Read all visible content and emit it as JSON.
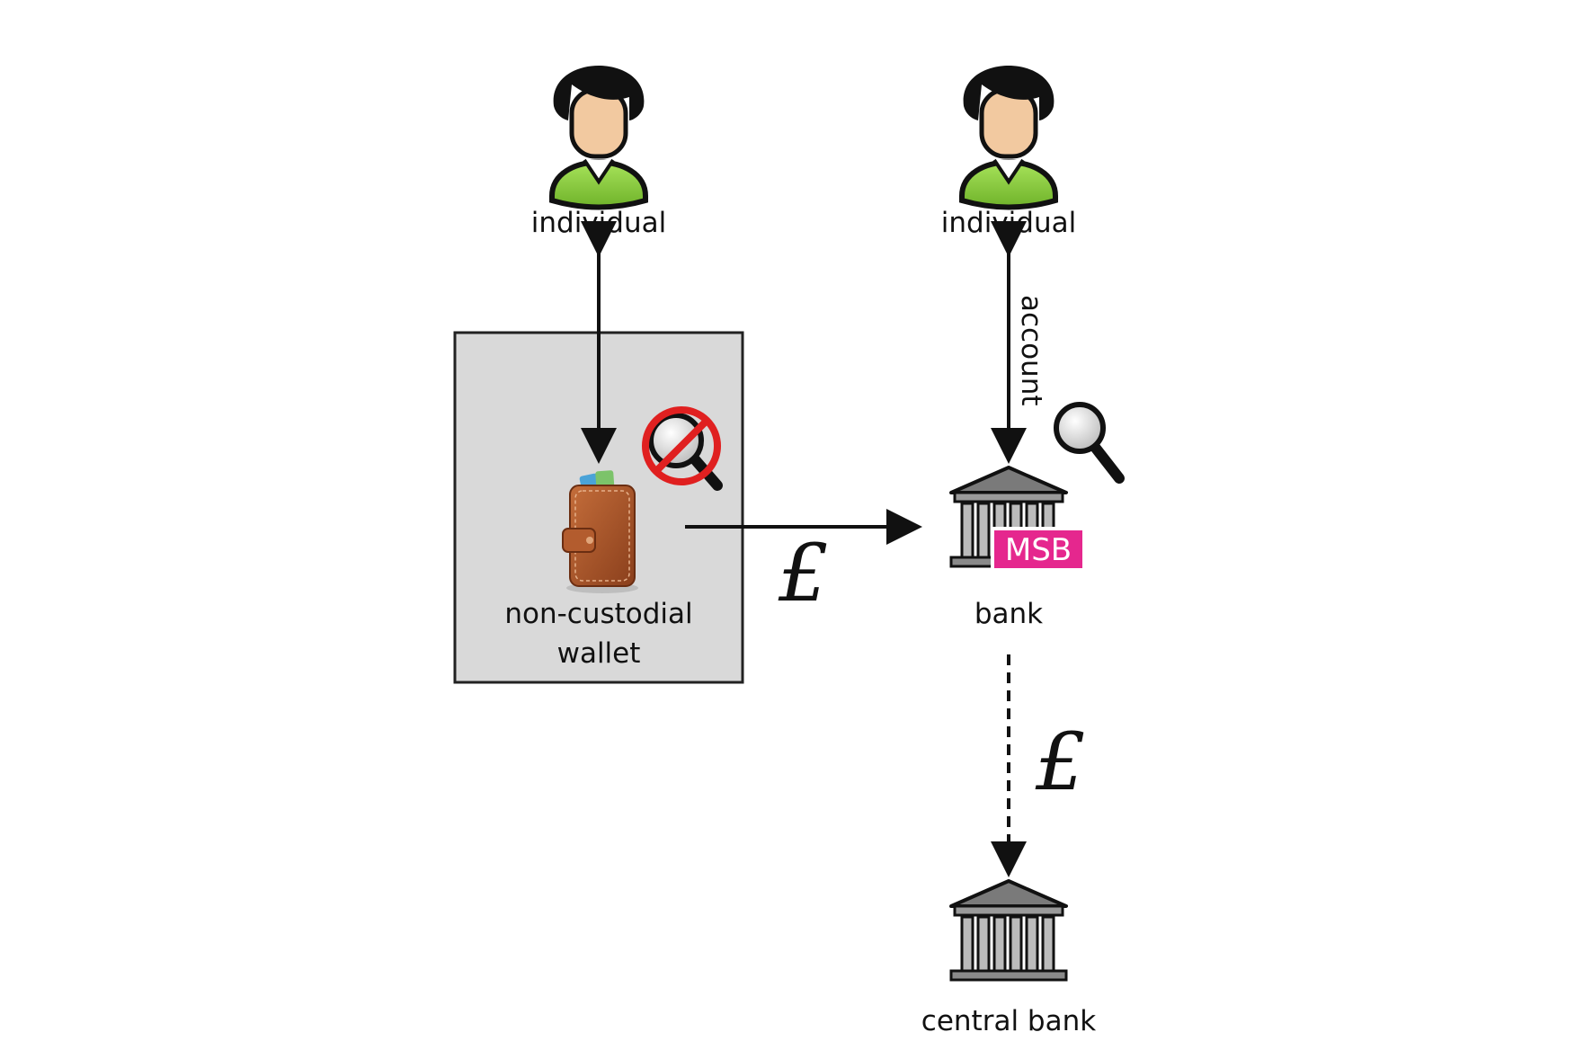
{
  "diagram": {
    "left_individual_label": "individual",
    "right_individual_label": "individual",
    "account_label": "account",
    "wallet_label_line1": "non-custodial",
    "wallet_label_line2": "wallet",
    "bank_label": "bank",
    "msb_badge": "MSB",
    "central_bank_label": "central bank",
    "pound_symbol_transfer": "£",
    "pound_symbol_settlement": "£"
  },
  "colors": {
    "box_fill": "#d9d9d9",
    "person_shirt": "#8fd13a",
    "person_hair": "#111111",
    "person_skin": "#f2c9a0",
    "msb_badge": "#e5278e",
    "no_sign": "#e02020",
    "wallet_brown": "#a9552a"
  },
  "icons": [
    "person-icon",
    "wallet-icon",
    "magnifier-icon",
    "no-surveillance-icon",
    "bank-building-icon"
  ]
}
